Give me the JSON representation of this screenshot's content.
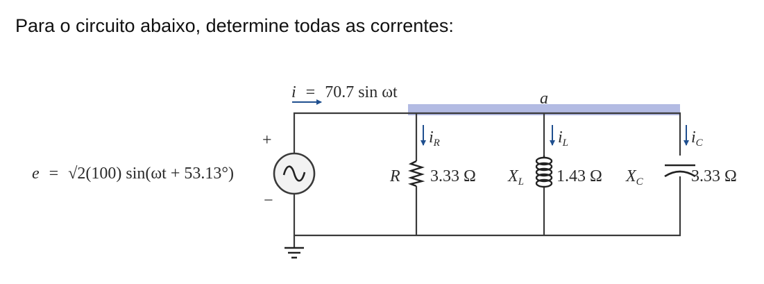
{
  "prompt": "Para o circuito abaixo, determine todas as correntes:",
  "colors": {
    "wire": "#3a3a3a",
    "node_highlight": "#b3bbe3",
    "arrow": "#1f4f8f",
    "text": "#2a2a2a"
  },
  "circuit": {
    "source": {
      "expression_lhs": "e",
      "equals": "=",
      "expression_rhs": "√2(100) sin(ωt + 53.13°)",
      "plus_sign": "+",
      "minus_sign": "−",
      "icon": "ac-source-icon"
    },
    "source_current": {
      "symbol": "i",
      "equals": "=",
      "value": "70.7 sin ωt"
    },
    "node_label": "a",
    "branches": [
      {
        "id": "resistor",
        "current_symbol": "i",
        "current_sub": "R",
        "element_symbol": "R",
        "element_sub": "",
        "value": "3.33 Ω",
        "icon": "resistor-icon"
      },
      {
        "id": "inductor",
        "current_symbol": "i",
        "current_sub": "L",
        "element_symbol": "X",
        "element_sub": "L",
        "value": "1.43 Ω",
        "icon": "inductor-icon"
      },
      {
        "id": "capacitor",
        "current_symbol": "i",
        "current_sub": "C",
        "element_symbol": "X",
        "element_sub": "C",
        "value": "3.33 Ω",
        "icon": "capacitor-icon"
      }
    ],
    "ground_icon": "ground-icon"
  }
}
